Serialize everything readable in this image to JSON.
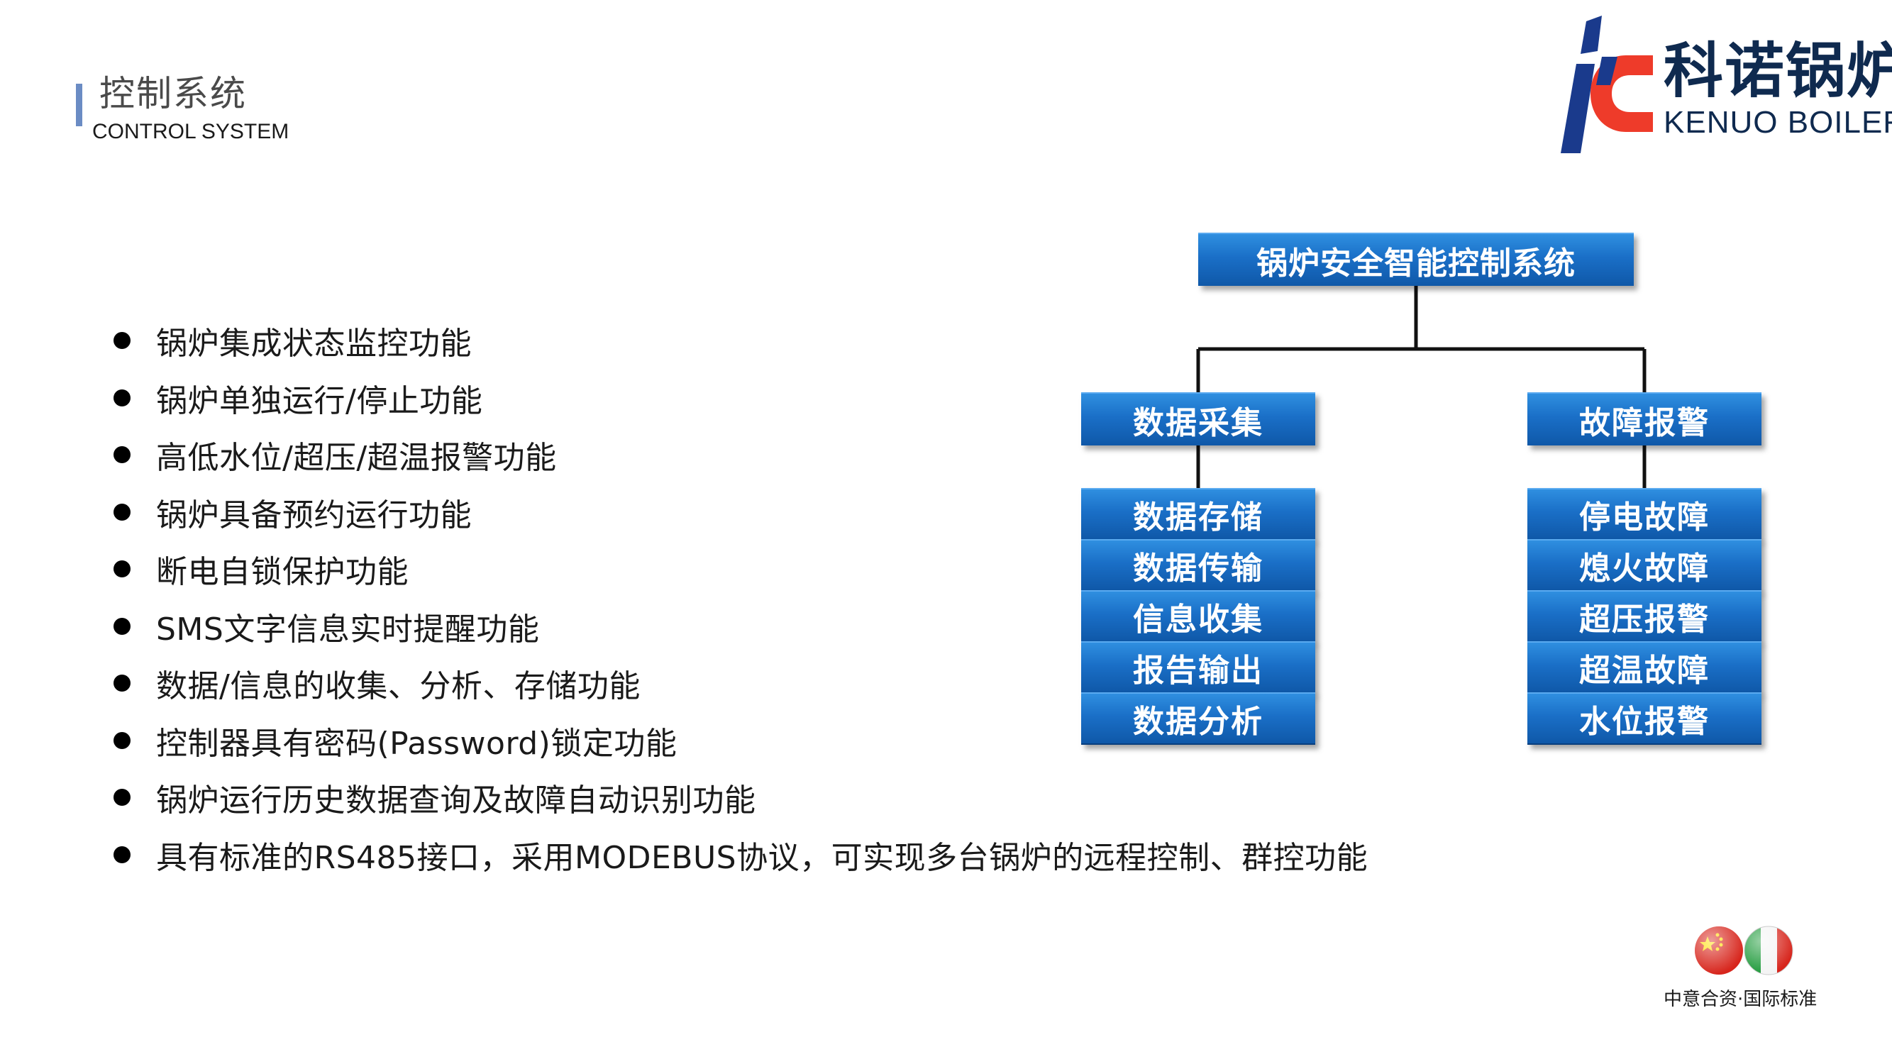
{
  "header": {
    "title_cn": "控制系统",
    "title_en": "CONTROL SYSTEM"
  },
  "logo": {
    "name_cn": "科诺锅炉",
    "name_en": "KENUO BOILER",
    "mark_colors": {
      "primary": "#1a3a8c",
      "accent": "#ee3b2a"
    }
  },
  "features": [
    "锅炉集成状态监控功能",
    "锅炉单独运行/停止功能",
    "高低水位/超压/超温报警功能",
    "锅炉具备预约运行功能",
    "断电自锁保护功能",
    "SMS文字信息实时提醒功能",
    "数据/信息的收集、分析、存储功能",
    "控制器具有密码(Password)锁定功能",
    "锅炉运行历史数据查询及故障自动识别功能",
    "具有标准的RS485接口，采用MODEBUS协议，可实现多台锅炉的远程控制、群控功能"
  ],
  "org_chart": {
    "root": "锅炉安全智能控制系统",
    "branches": [
      {
        "label": "数据采集",
        "items": [
          "数据存储",
          "数据传输",
          "信息收集",
          "报告输出",
          "数据分析"
        ]
      },
      {
        "label": "故障报警",
        "items": [
          "停电故障",
          "熄火故障",
          "超压报警",
          "超温故障",
          "水位报警"
        ]
      }
    ],
    "box_color": "#1a6fc7"
  },
  "footer": {
    "badge_text": "中意合资·国际标准",
    "flag_icons": [
      "china-flag-icon",
      "italy-flag-icon"
    ]
  }
}
